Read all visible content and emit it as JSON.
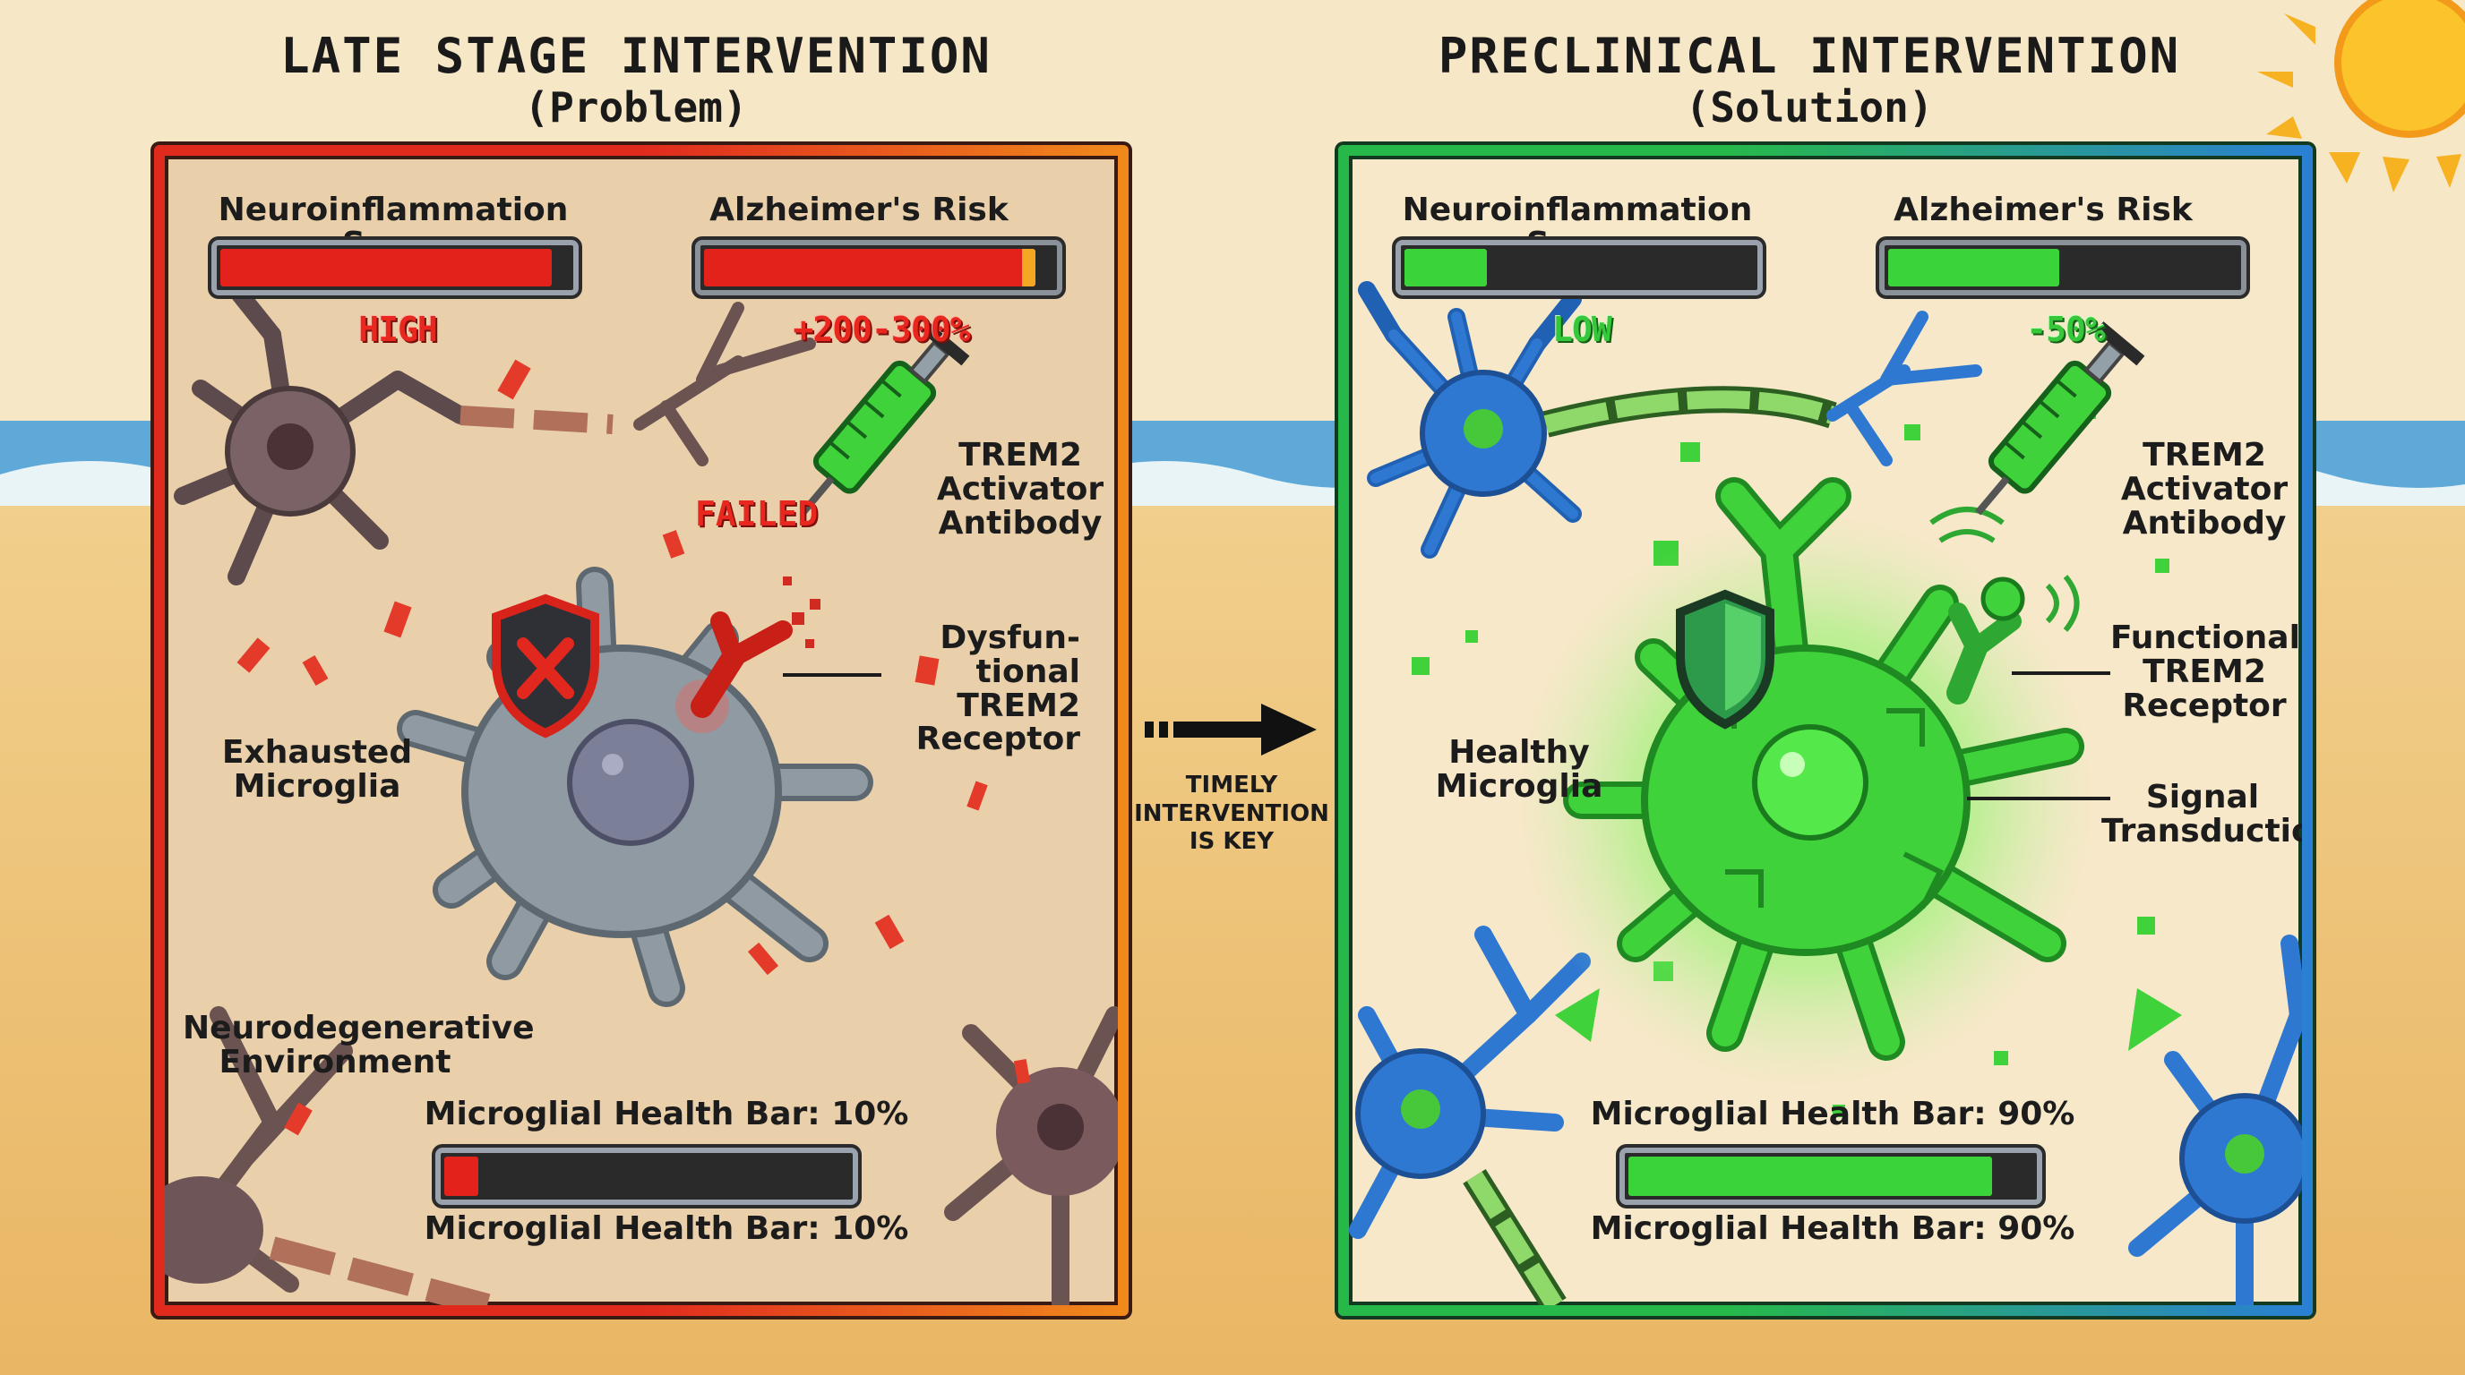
{
  "left": {
    "title": "LATE STAGE INTERVENTION",
    "subtitle": "(Problem)",
    "neuroinflammation_label": "Neuroinflammation Score",
    "neuroinflammation_level": 0.95,
    "neuroinflammation_status": "HIGH",
    "risk_label": "Alzheimer's Risk",
    "risk_level": 0.95,
    "risk_status": "+200-300%",
    "failed_tag": "FAILED",
    "drug_label": [
      "TREM2",
      "Activator",
      "Antibody"
    ],
    "receptor_label": [
      "Dysfun-",
      "tional TREM2",
      "Receptor"
    ],
    "cell_label": [
      "Exhausted",
      "Microglia"
    ],
    "environment_label": [
      "Neurodegenerative",
      "Environment"
    ],
    "health_label_top": "Microglial Health Bar: 10%",
    "health_label_bottom": "Microglial Health Bar: 10%",
    "health_level": 0.1
  },
  "middle": {
    "caption": [
      "TIMELY",
      "INTERVENTION",
      "IS KEY"
    ]
  },
  "right": {
    "title": "PRECLINICAL INTERVENTION",
    "subtitle": "(Solution)",
    "neuroinflammation_label": "Neuroinflammation Score",
    "neuroinflammation_level": 0.25,
    "neuroinflammation_status": "LOW",
    "risk_label": "Alzheimer's Risk",
    "risk_level": 0.5,
    "risk_status": "-50%",
    "drug_label": [
      "TREM2",
      "Activator",
      "Antibody"
    ],
    "receptor_label": [
      "Functional",
      "TREM2",
      "Receptor"
    ],
    "cell_label": [
      "Healthy",
      "Microglia"
    ],
    "signal_label": [
      "Signal",
      "Transduction"
    ],
    "health_label_top": "Microglial Health Bar: 90%",
    "health_label_bottom": "Microglial Health Bar: 90%",
    "health_level": 0.9
  },
  "colors": {
    "left_border_start": "#e02a1e",
    "left_border_end": "#f08a1c",
    "right_border_start": "#27b84a",
    "right_border_end": "#2a7fd4",
    "bar_red": "#e3221b",
    "bar_green": "#3ad43a",
    "neuron_blue": "#2f78d2",
    "microglia_green": "#3fd23a",
    "microglia_grey": "#8f9aa3"
  },
  "icons": [
    "sun-icon",
    "shield-x-icon",
    "shield-icon",
    "syringe-icon",
    "receptor-icon",
    "arrow-right-icon"
  ]
}
